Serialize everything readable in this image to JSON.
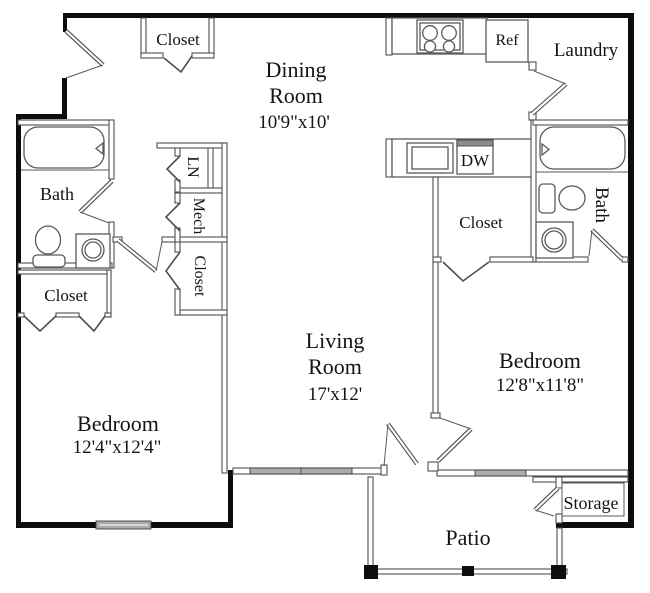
{
  "rooms": {
    "entry_closet": {
      "label": "Closet"
    },
    "dining": {
      "line1": "Dining",
      "line2": "Room",
      "dims": "10'9\"x10'"
    },
    "laundry": {
      "label": "Laundry"
    },
    "kitchen": {
      "refrigerator": "Ref",
      "dishwasher": "DW"
    },
    "bath_left": {
      "label": "Bath"
    },
    "bath_right": {
      "label": "Bath"
    },
    "linen_closet": {
      "label": "LN"
    },
    "mech_closet": {
      "label": "Mech"
    },
    "hall_closet": {
      "label": "Closet"
    },
    "kitchen_closet": {
      "label": "Closet"
    },
    "bedroom_left_closet": {
      "label": "Closet"
    },
    "living": {
      "line1": "Living",
      "line2": "Room",
      "dims": "17'x12'"
    },
    "bedroom_left": {
      "label": "Bedroom",
      "dims": "12'4\"x12'4\""
    },
    "bedroom_right": {
      "label": "Bedroom",
      "dims": "12'8\"x11'8\""
    },
    "patio": {
      "label": "Patio"
    },
    "storage": {
      "label": "Storage"
    }
  }
}
